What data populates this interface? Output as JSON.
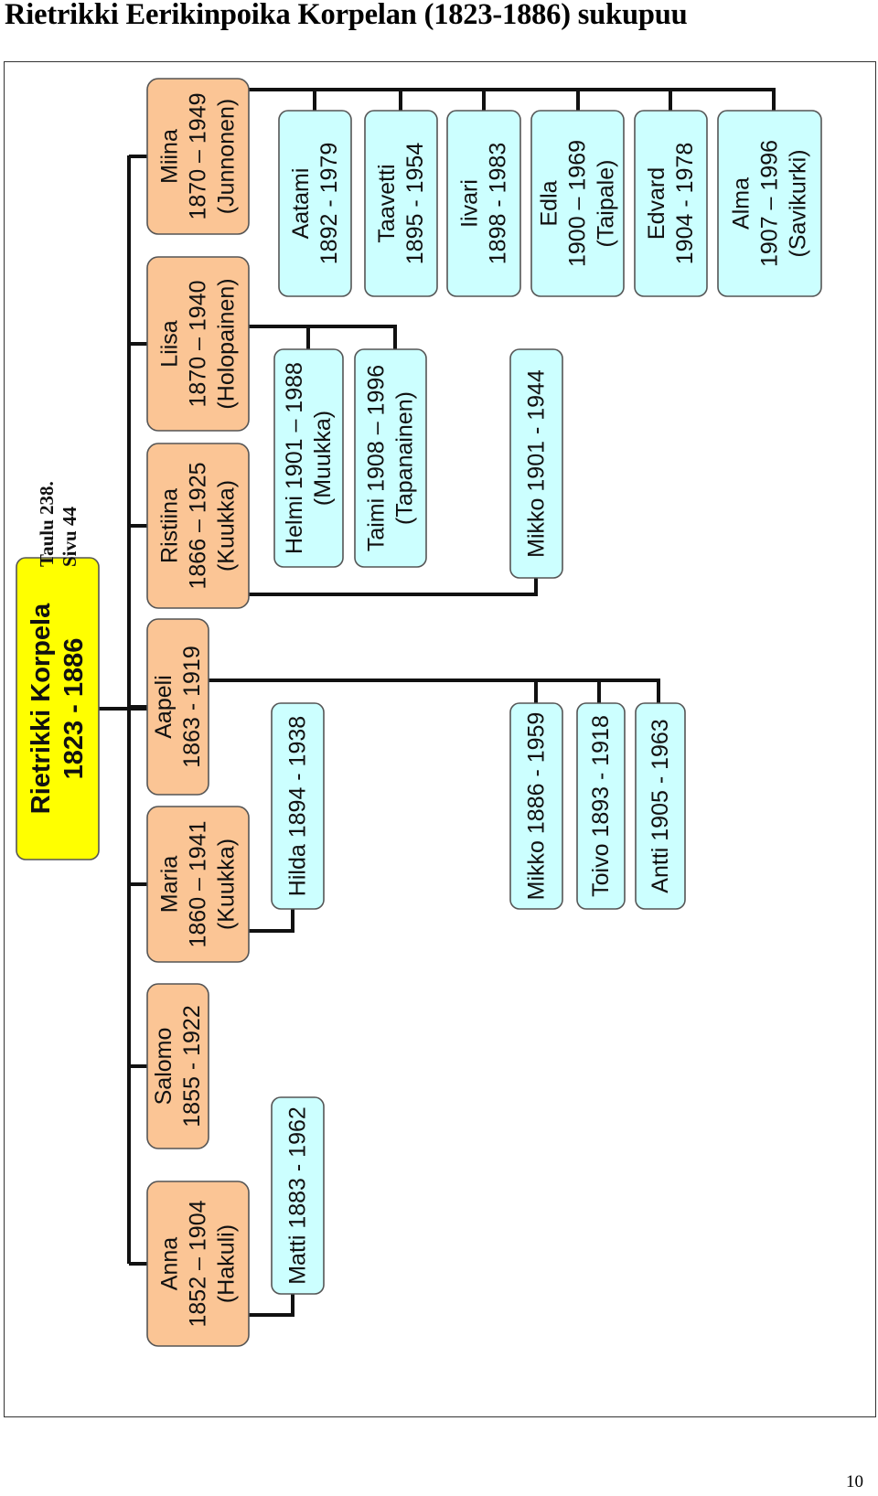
{
  "page": {
    "title": "Rietrikki Eerikinpoika Korpelan (1823-1886) sukupuu",
    "page_number": "10"
  },
  "note": {
    "line1": "Taulu 238.",
    "line2": "Sivu 44"
  },
  "colors": {
    "root": "#ffff00",
    "child": "#fbc595",
    "grandchild": "#ccffff",
    "line": "#111111"
  },
  "tree": {
    "root": {
      "line1": "Rietrikki Korpela",
      "line2": "1823 - 1886"
    },
    "children": [
      {
        "id": "anna",
        "lines": [
          "Anna",
          "1852 – 1904",
          "(Hakuli)"
        ],
        "grandchildren": [
          {
            "lines": [
              "Matti 1883 - 1962"
            ]
          }
        ]
      },
      {
        "id": "salomo",
        "lines": [
          "Salomo",
          "1855 - 1922"
        ],
        "grandchildren": []
      },
      {
        "id": "maria",
        "lines": [
          "Maria",
          "1860 – 1941",
          "(Kuukka)"
        ],
        "grandchildren": [
          {
            "lines": [
              "Hilda 1894 - 1938"
            ]
          }
        ]
      },
      {
        "id": "aapeli",
        "lines": [
          "Aapeli",
          "1863 - 1919"
        ],
        "grandchildren": [
          {
            "lines": [
              "Mikko 1886 - 1959"
            ]
          },
          {
            "lines": [
              "Toivo 1893 - 1918"
            ]
          },
          {
            "lines": [
              "Antti 1905 - 1963"
            ]
          }
        ]
      },
      {
        "id": "ristiina",
        "lines": [
          "Ristiina",
          "1866 – 1925",
          "(Kuukka)"
        ],
        "grandchildren": [
          {
            "lines": [
              "Mikko 1901 - 1944"
            ]
          }
        ]
      },
      {
        "id": "liisa",
        "lines": [
          "Liisa",
          "1870 – 1940",
          "(Holopainen)"
        ],
        "grandchildren": [
          {
            "lines": [
              "Helmi 1901 – 1988",
              "(Muukka)"
            ]
          },
          {
            "lines": [
              "Taimi 1908 – 1996",
              "(Tapanainen)"
            ]
          }
        ]
      },
      {
        "id": "miina",
        "lines": [
          "Miina",
          "1870 – 1949",
          "(Junnonen)"
        ],
        "grandchildren": [
          {
            "lines": [
              "Aatami",
              "1892 - 1979"
            ]
          },
          {
            "lines": [
              "Taavetti",
              "1895 - 1954"
            ]
          },
          {
            "lines": [
              "Iivari",
              "1898 - 1983"
            ]
          },
          {
            "lines": [
              "Edla",
              "1900 – 1969",
              "(Taipale)"
            ]
          },
          {
            "lines": [
              "Edvard",
              "1904 - 1978"
            ]
          },
          {
            "lines": [
              "Alma",
              "1907 – 1996",
              "(Savikurki)"
            ]
          }
        ]
      }
    ]
  }
}
